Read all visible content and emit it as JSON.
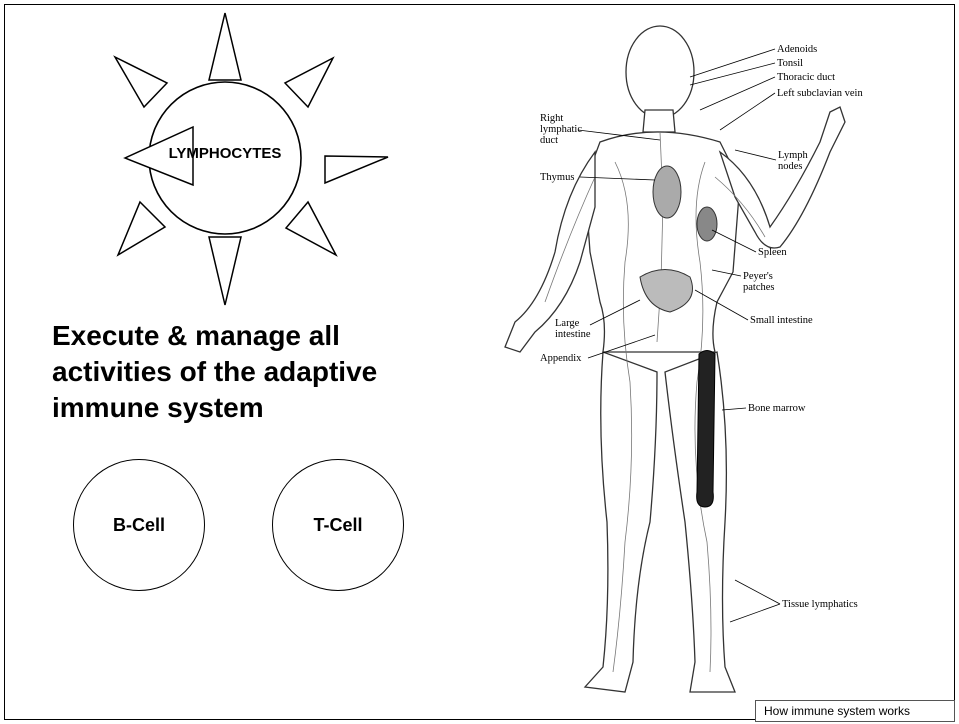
{
  "diagram": {
    "center_label": "LYMPHOCYTES",
    "headline": "Execute & manage all activities of the adaptive immune system",
    "cells": {
      "b_cell": "B-Cell",
      "t_cell": "T-Cell"
    }
  },
  "anatomy_labels": {
    "adenoids": "Adenoids",
    "tonsil": "Tonsil",
    "thoracic_duct": "Thoracic duct",
    "left_subclavian_vein": "Left subclavian vein",
    "right_lymphatic_duct": [
      "Right",
      "lymphatic",
      "duct"
    ],
    "thymus": "Thymus",
    "lymph_nodes": [
      "Lymph",
      "nodes"
    ],
    "spleen": "Spleen",
    "peyers_patches": [
      "Peyer's",
      "patches"
    ],
    "large_intestine": [
      "Large",
      "intestine"
    ],
    "small_intestine": "Small intestine",
    "appendix": "Appendix",
    "bone_marrow": "Bone marrow",
    "tissue_lymphatics": "Tissue lymphatics"
  },
  "caption": "How immune system works"
}
